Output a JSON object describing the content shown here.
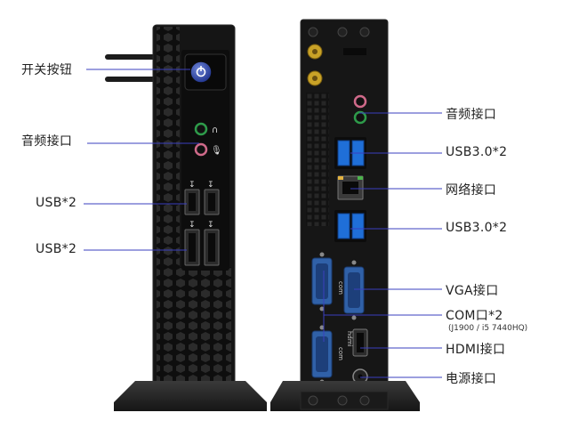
{
  "colors": {
    "chassis": "#141414",
    "chassis_edge": "#2a2a2a",
    "port_blue": "#1f6fd8",
    "leader_line": "#3a3fbf",
    "antenna_gold": "#c9a227",
    "audio_green": "#2e9b4a",
    "audio_pink": "#d06a8a"
  },
  "front_panel": {
    "labels": {
      "power": "开关按钮",
      "audio": "音频接口",
      "usb_top": "USB*2",
      "usb_bottom": "USB*2"
    }
  },
  "rear_panel": {
    "labels": {
      "audio": "音频接口",
      "usb30_top": "USB3.0*2",
      "network": "网络接口",
      "usb30_bottom": "USB3.0*2",
      "vga": "VGA接口",
      "com": "COM口*2",
      "com_note": "(J1900 / i5 7440HQ)",
      "hdmi": "HDMI接口",
      "power": "电源接口"
    },
    "port_markings": {
      "com": "com",
      "hdmi": "hdmi"
    }
  }
}
